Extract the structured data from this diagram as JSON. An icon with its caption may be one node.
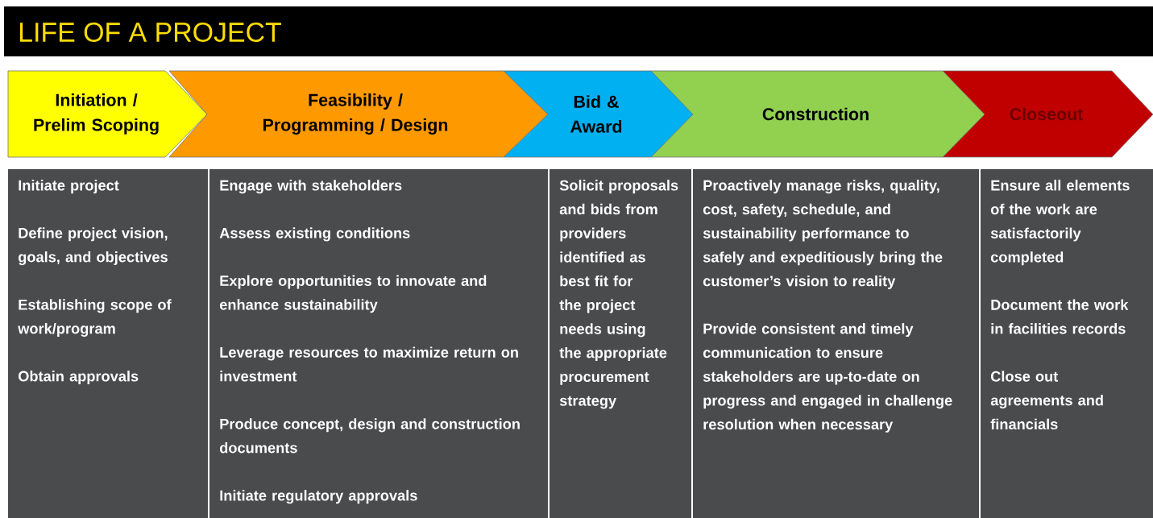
{
  "diagram": {
    "title": "LIFE OF A PROJECT",
    "nodes": [
      {
        "text": [
          "Initiation / Prelim Scoping"
        ]
      },
      {
        "text": [
          "Feasibility / Programming / Design"
        ]
      },
      {
        "text": [
          "Bid & Award"
        ]
      },
      {
        "text": [
          "Construction"
        ]
      },
      {
        "text": [
          "Closeout"
        ]
      },
      {
        "text": [
          "Initiate project",
          "Define project vision, goals, and objectives",
          "Establishing scope of work/program",
          "Obtain approvals"
        ]
      },
      {
        "text": [
          "Engage with stakeholders",
          "Assess existing conditions",
          "Explore opportunities to innovate and enhance sustainability",
          "Leverage resources to maximize return on investment",
          "Produce concept, design and construction documents",
          "Initiate regulatory approvals"
        ]
      },
      {
        "text": [
          "Solicit proposals and bids from providers identified as best fit for the project needs using the appropriate procurement strategy"
        ]
      },
      {
        "text": [
          "Proactively manage risks, quality, cost, safety, schedule, and sustainability performance to safely and expeditiously bring the customer’s vision to reality",
          "Provide consistent and timely communication to ensure stakeholders are up-to-date on progress and engaged in challenge resolution when necessary"
        ]
      },
      {
        "text": [
          "Ensure all elements of the work are satisfactorily completed",
          "Document the work in facilities records",
          "Close out agreements and financials"
        ]
      }
    ]
  }
}
